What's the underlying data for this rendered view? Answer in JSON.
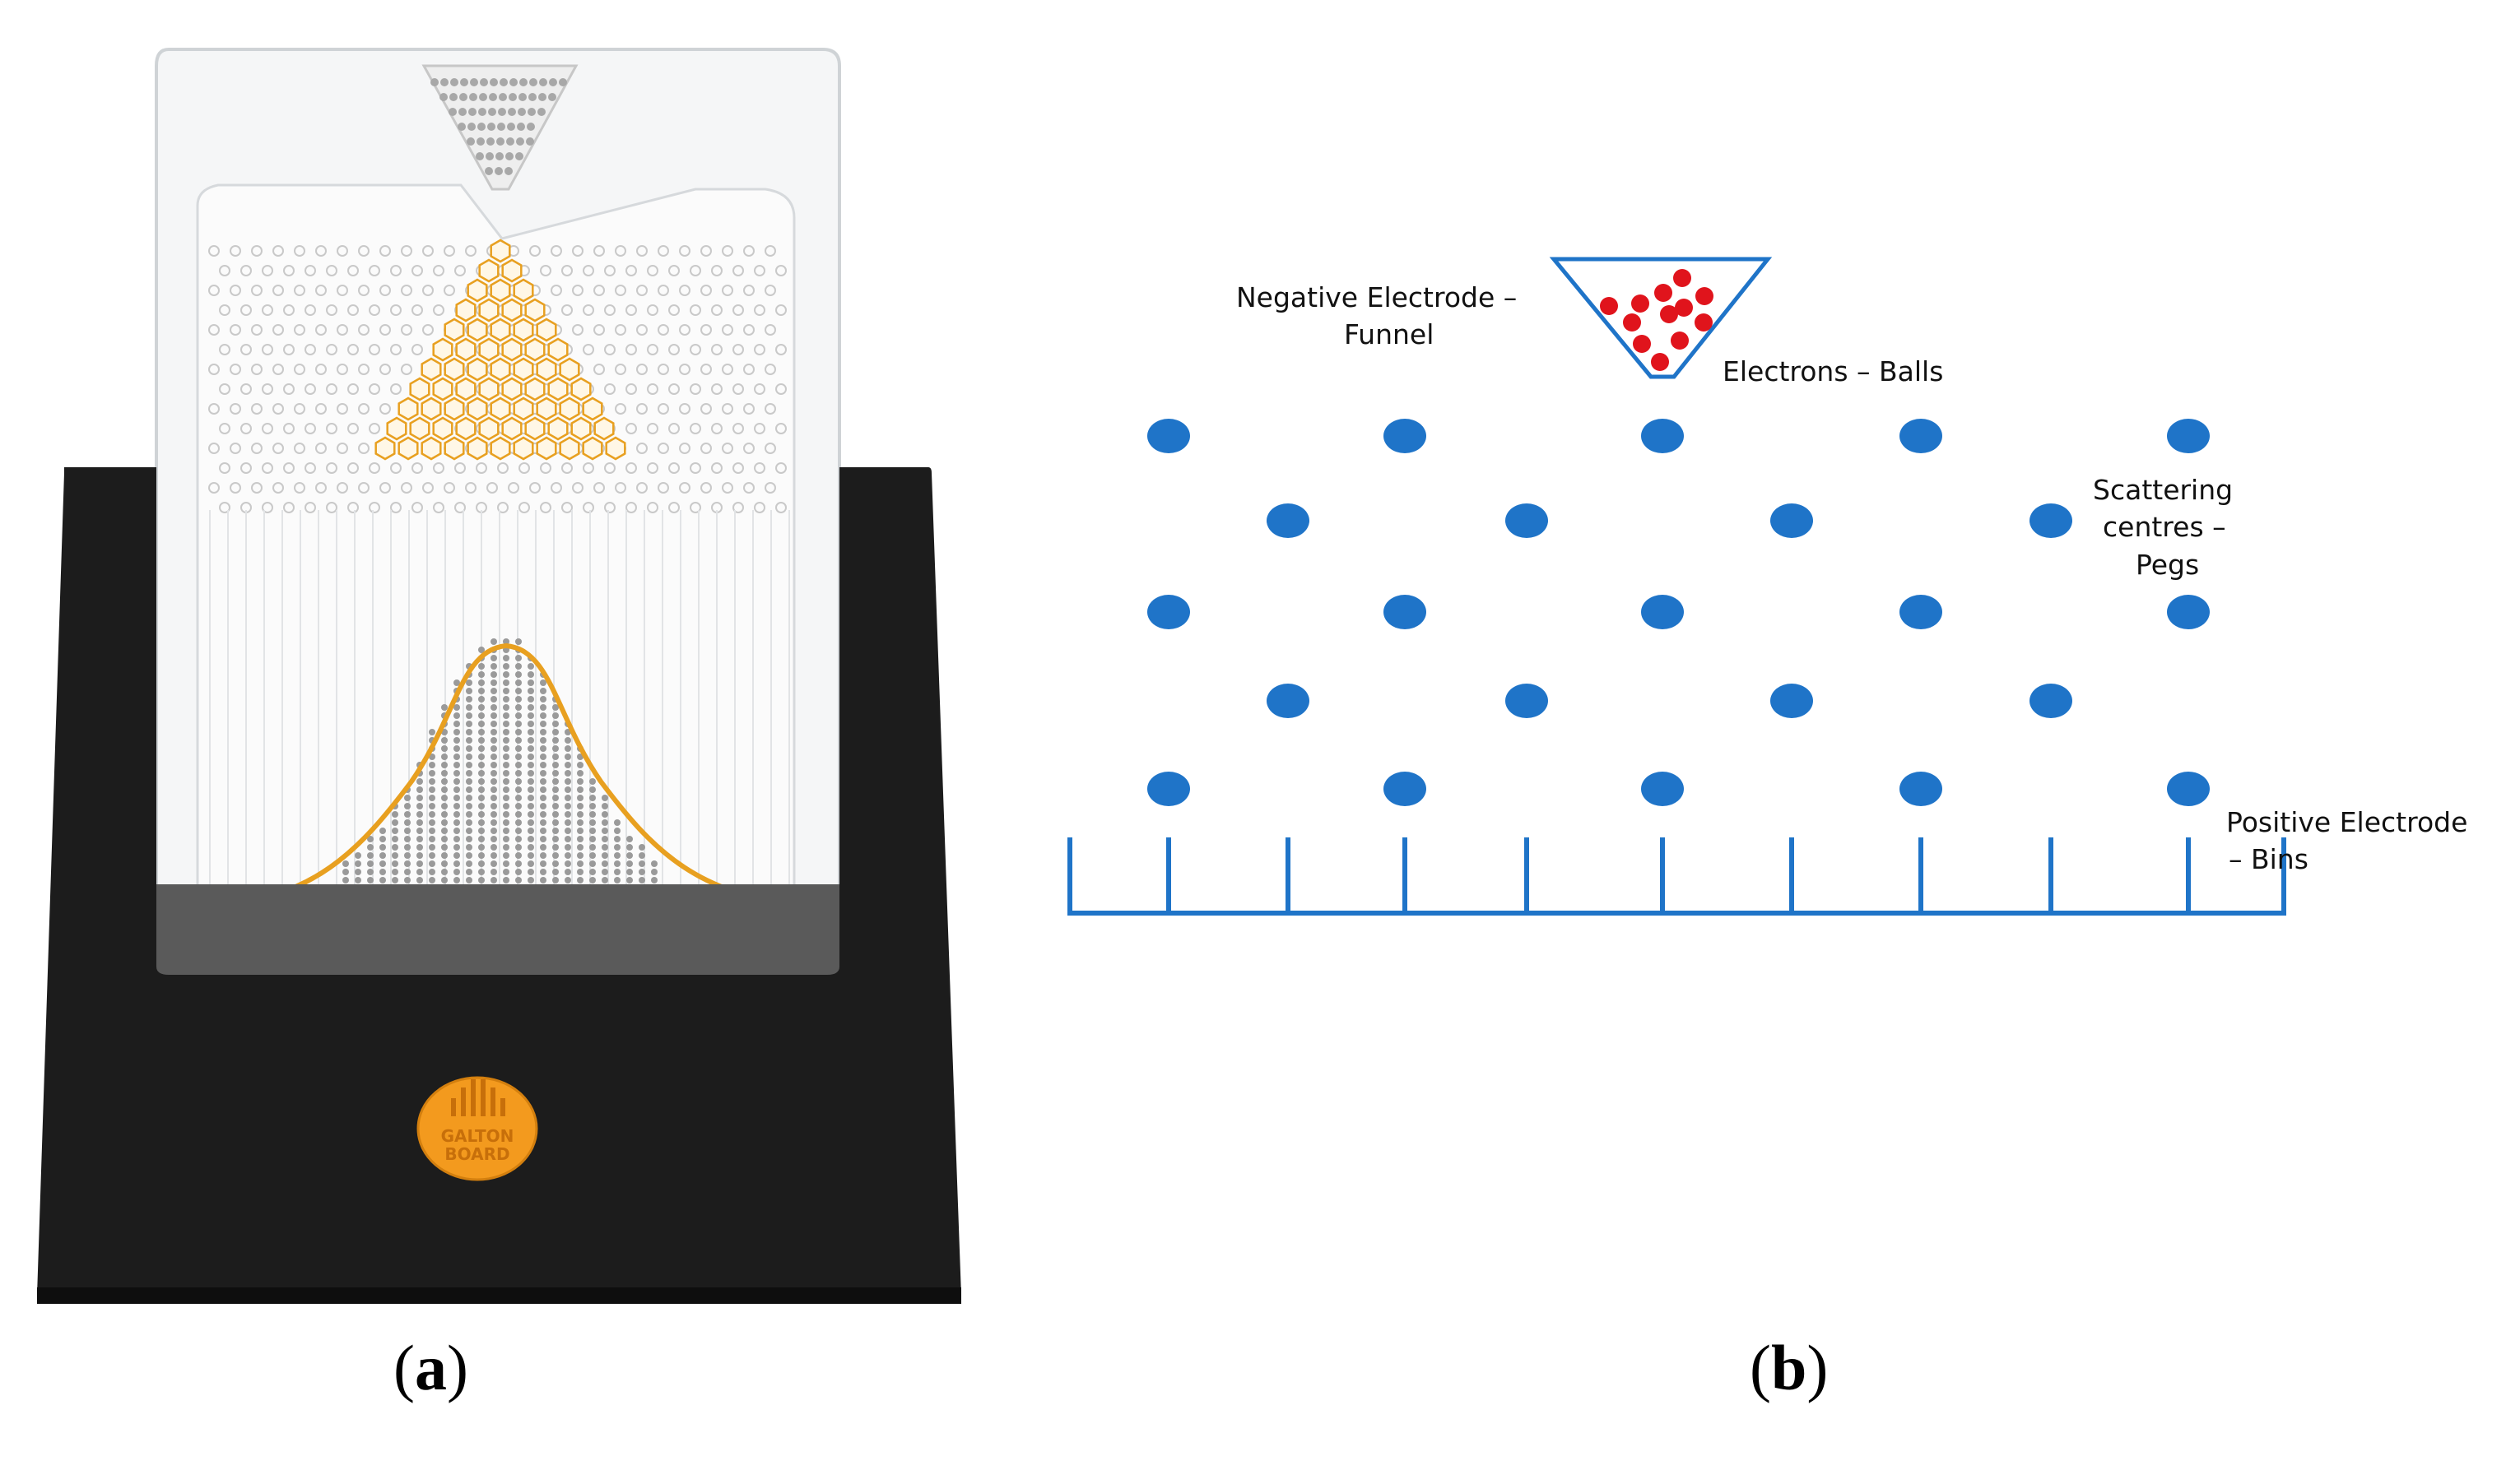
{
  "panel_a": {
    "caption_letter": "a",
    "logo_text_line1": "GALTON",
    "logo_text_line2": "BOARD"
  },
  "panel_b": {
    "caption_letter": "b",
    "labels": {
      "funnel_line1": "Negative Electrode –",
      "funnel_line2": "Funnel",
      "balls": "Electrons – Balls",
      "pegs_line1": "Scattering",
      "pegs_line2": "centres –",
      "pegs_line3": "Pegs",
      "bins_line1": "Positive Electrode",
      "bins_line2": "– Bins"
    }
  },
  "colors": {
    "stand": "#1c1c1c",
    "accent_orange": "#e8a020",
    "logo_orange": "#f39a1e",
    "peg_blue": "#1f74c8",
    "ball_red": "#e0141c",
    "bin_blue": "#1f74c8"
  }
}
